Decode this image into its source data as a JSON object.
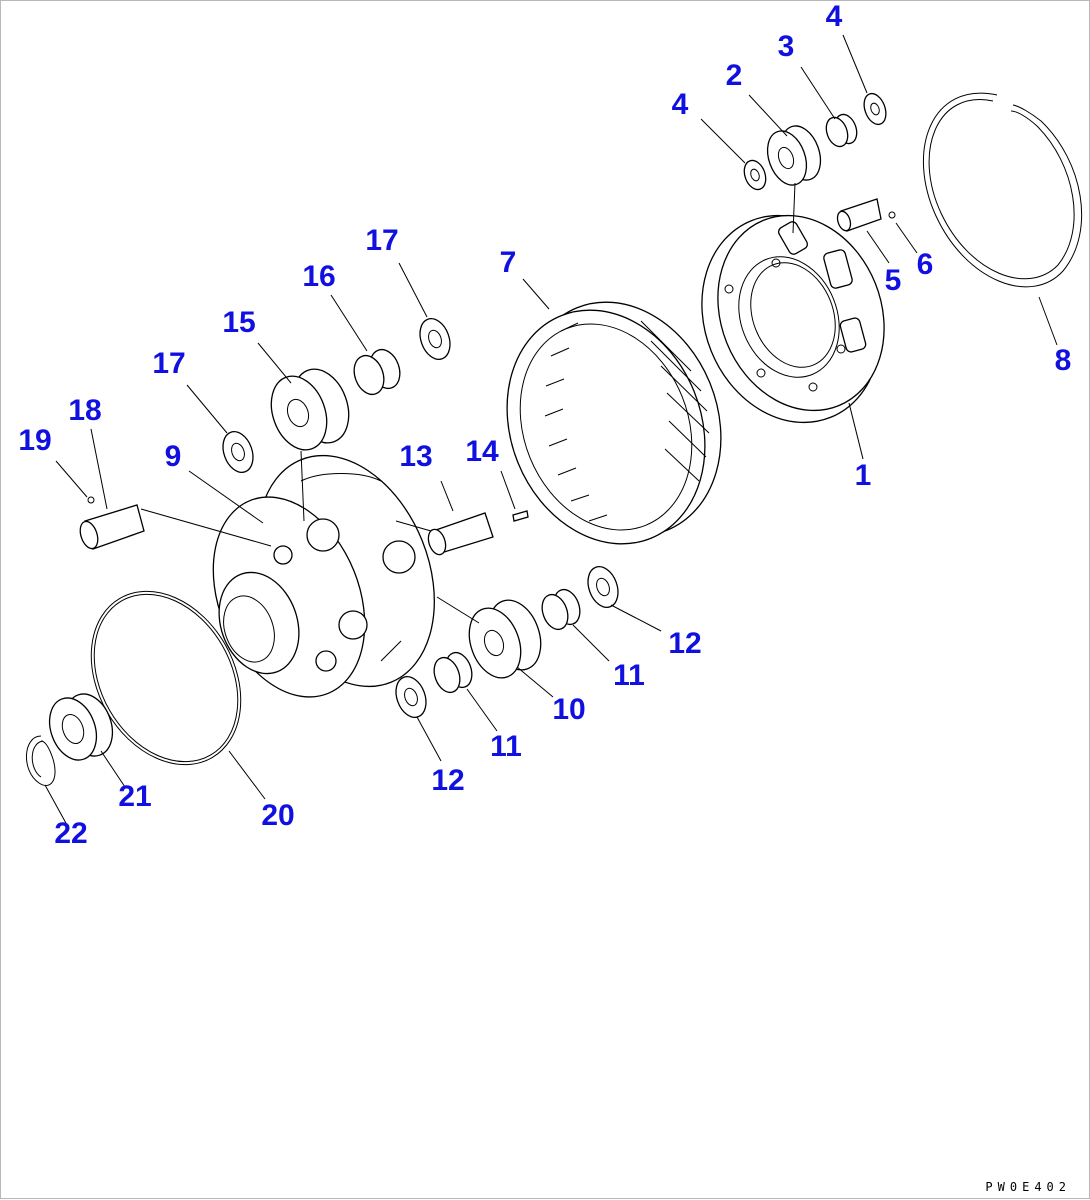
{
  "drawing_code": "PW0E402",
  "callouts": [
    {
      "id": "c1",
      "text": "1"
    },
    {
      "id": "c2",
      "text": "2"
    },
    {
      "id": "c3",
      "text": "3"
    },
    {
      "id": "c4a",
      "text": "4"
    },
    {
      "id": "c4b",
      "text": "4"
    },
    {
      "id": "c5",
      "text": "5"
    },
    {
      "id": "c6",
      "text": "6"
    },
    {
      "id": "c7",
      "text": "7"
    },
    {
      "id": "c8",
      "text": "8"
    },
    {
      "id": "c9",
      "text": "9"
    },
    {
      "id": "c10",
      "text": "10"
    },
    {
      "id": "c11a",
      "text": "11"
    },
    {
      "id": "c11b",
      "text": "11"
    },
    {
      "id": "c12a",
      "text": "12"
    },
    {
      "id": "c12b",
      "text": "12"
    },
    {
      "id": "c13",
      "text": "13"
    },
    {
      "id": "c14",
      "text": "14"
    },
    {
      "id": "c15",
      "text": "15"
    },
    {
      "id": "c16",
      "text": "16"
    },
    {
      "id": "c17a",
      "text": "17"
    },
    {
      "id": "c17b",
      "text": "17"
    },
    {
      "id": "c18",
      "text": "18"
    },
    {
      "id": "c19",
      "text": "19"
    },
    {
      "id": "c20",
      "text": "20"
    },
    {
      "id": "c21",
      "text": "21"
    },
    {
      "id": "c22",
      "text": "22"
    }
  ],
  "colors": {
    "callout": "#1010e0",
    "line": "#000000",
    "paper": "#ffffff"
  }
}
